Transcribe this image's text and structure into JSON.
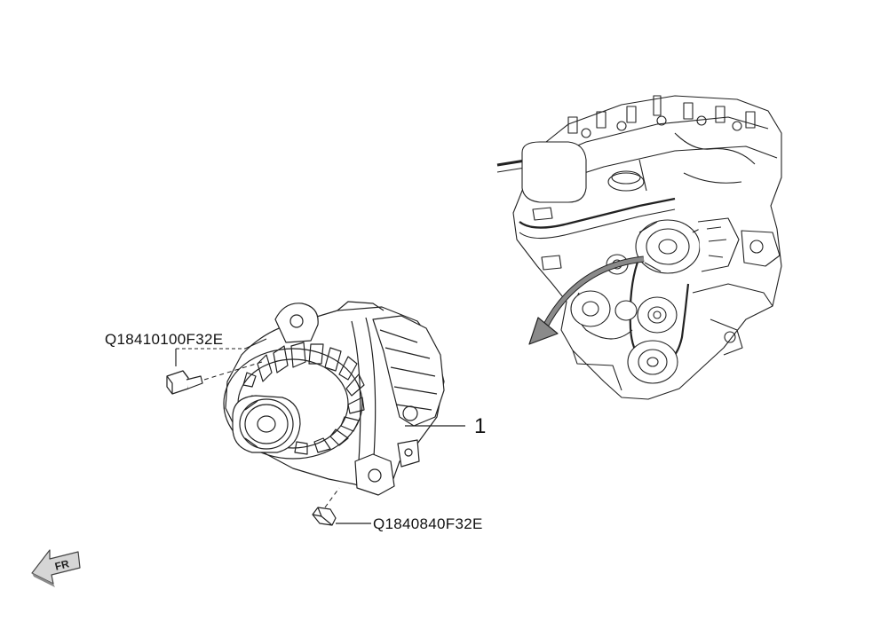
{
  "callouts": {
    "bolt_part": "Q18410100F32E",
    "bracket_part": "Q1840840F32E",
    "item_number": "1"
  },
  "orientation": {
    "label": "FR"
  },
  "icons": {
    "orientation": "front-direction-arrow-icon",
    "install_arrow": "curved-arrow-icon"
  },
  "colors": {
    "line": "#222222",
    "arrow_fill": "#7a7a7a",
    "fr_fill": "#d6d6d6"
  }
}
